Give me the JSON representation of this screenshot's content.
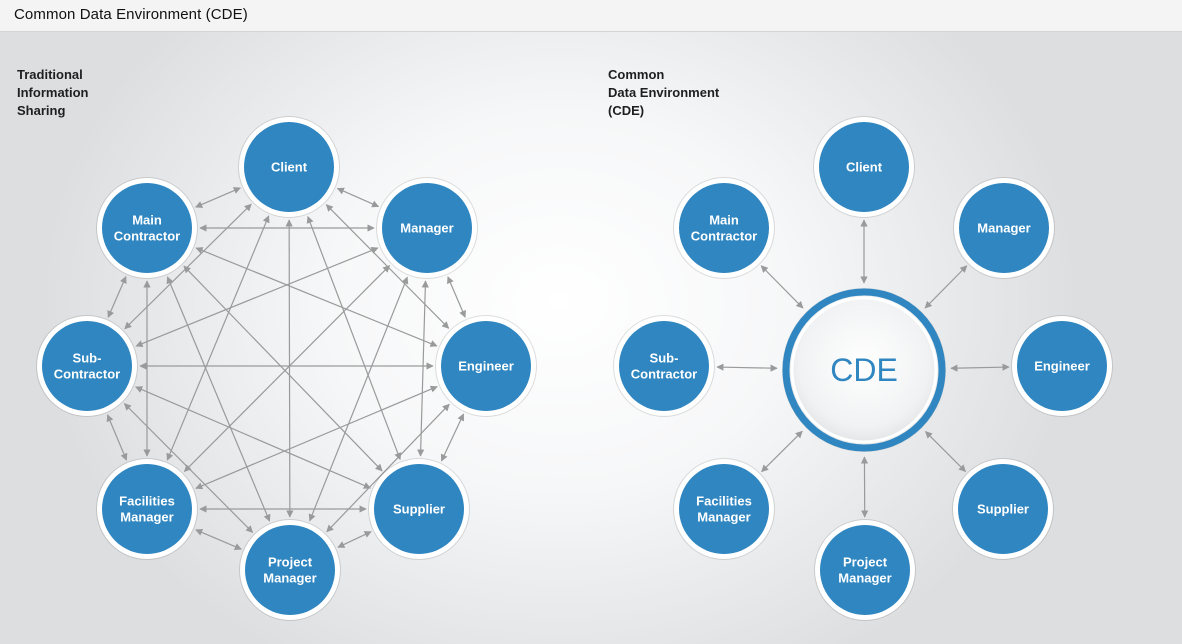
{
  "header": {
    "title": "Common Data Environment (CDE)"
  },
  "left": {
    "title": "Traditional\nInformation\nSharing",
    "nodes": [
      {
        "id": "client",
        "label": [
          "Client"
        ]
      },
      {
        "id": "manager",
        "label": [
          "Manager"
        ]
      },
      {
        "id": "engineer",
        "label": [
          "Engineer"
        ]
      },
      {
        "id": "supplier",
        "label": [
          "Supplier"
        ]
      },
      {
        "id": "project-manager",
        "label": [
          "Project",
          "Manager"
        ]
      },
      {
        "id": "facilities-manager",
        "label": [
          "Facilities",
          "Manager"
        ]
      },
      {
        "id": "sub-contractor",
        "label": [
          "Sub-",
          "Contractor"
        ]
      },
      {
        "id": "main-contractor",
        "label": [
          "Main",
          "Contractor"
        ]
      }
    ]
  },
  "right": {
    "title": "Common\nData Environment\n(CDE)",
    "center_label": "CDE",
    "nodes": [
      {
        "id": "client",
        "label": [
          "Client"
        ]
      },
      {
        "id": "manager",
        "label": [
          "Manager"
        ]
      },
      {
        "id": "engineer",
        "label": [
          "Engineer"
        ]
      },
      {
        "id": "supplier",
        "label": [
          "Supplier"
        ]
      },
      {
        "id": "project-manager",
        "label": [
          "Project",
          "Manager"
        ]
      },
      {
        "id": "facilities-manager",
        "label": [
          "Facilities",
          "Manager"
        ]
      },
      {
        "id": "sub-contractor",
        "label": [
          "Sub-",
          "Contractor"
        ]
      },
      {
        "id": "main-contractor",
        "label": [
          "Main",
          "Contractor"
        ]
      }
    ]
  },
  "colors": {
    "node_fill": "#2f86c0",
    "node_ring": "#ffffff",
    "arrow": "#9a9a9a",
    "cde_ring": "#2f86c0",
    "cde_text": "#2f86c0"
  }
}
